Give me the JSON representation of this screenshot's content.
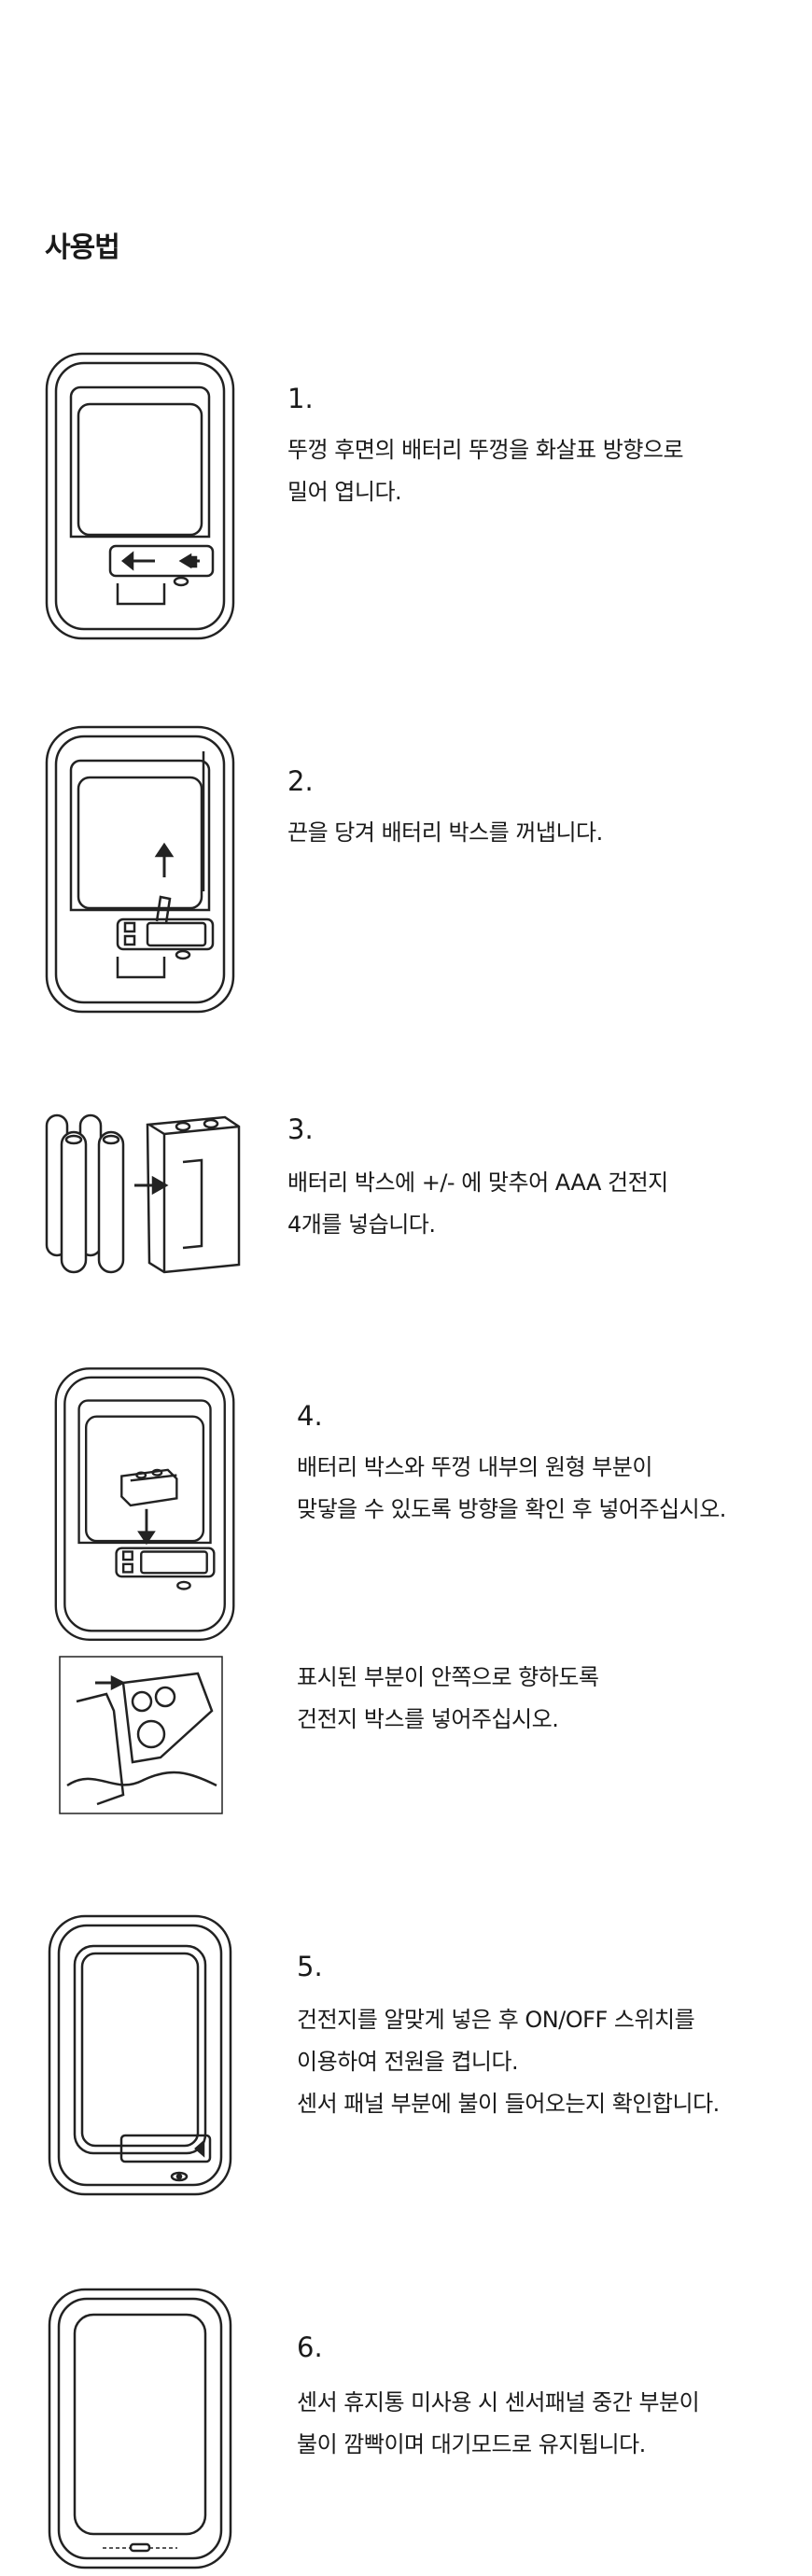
{
  "page_title": "사용법",
  "steps": [
    {
      "number": "1.",
      "lines": [
        "뚜껑 후면의 배터리 뚜껑을 화살표 방향으로",
        "밀어 엽니다."
      ]
    },
    {
      "number": "2.",
      "lines": [
        "끈을 당겨 배터리 박스를 꺼냅니다."
      ]
    },
    {
      "number": "3.",
      "lines": [
        "배터리 박스에 +/- 에 맞추어 AAA 건전지",
        "4개를 넣습니다."
      ]
    },
    {
      "number": "4.",
      "lines": [
        "배터리 박스와 뚜껑 내부의 원형 부분이",
        "맞닿을 수 있도록 방향을 확인 후 넣어주십시오."
      ],
      "extra_lines": [
        "표시된 부분이 안쪽으로 향하도록",
        "건전지 박스를 넣어주십시오."
      ]
    },
    {
      "number": "5.",
      "lines": [
        "건전지를 알맞게 넣은 후 ON/OFF 스위치를",
        "이용하여 전원을 켭니다.",
        "센서 패널 부분에 불이 들어오는지 확인합니다."
      ]
    },
    {
      "number": "6.",
      "lines": [
        "센서 휴지통 미사용 시 센서패널 중간 부분이",
        "불이 깜빡이며 대기모드로 유지됩니다."
      ]
    }
  ],
  "icons": {
    "step1": "lid-back-open-arrow-illustration",
    "step2": "pull-battery-box-illustration",
    "step3": "aaa-batteries-into-box-illustration",
    "step4": "insert-battery-box-illustration",
    "step4_detail": "battery-box-orientation-closeup-illustration",
    "step5": "power-switch-illustration",
    "step6": "standby-mode-illustration"
  }
}
